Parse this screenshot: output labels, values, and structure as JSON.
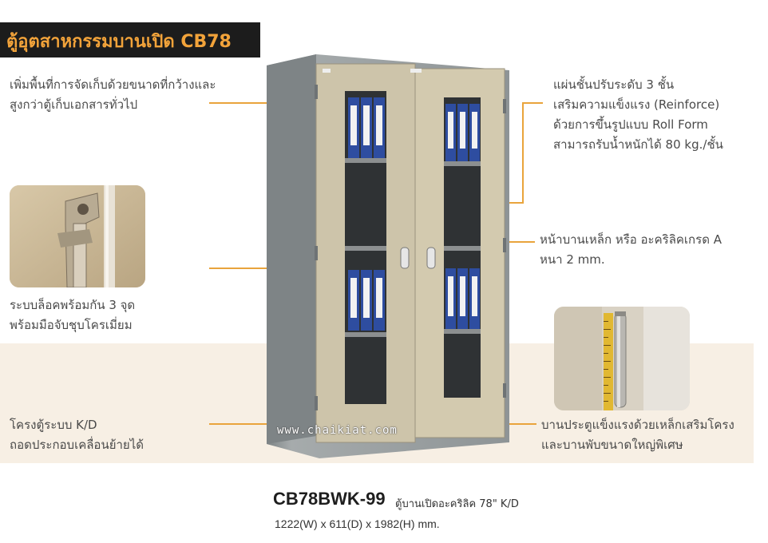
{
  "title": "ตู้อุตสาหกรรมบานเปิด CB78",
  "features": {
    "storage": [
      "เพิ่มพื้นที่การจัดเก็บด้วยขนาดที่กว้างและ",
      "สูงกว่าตู้เก็บเอกสารทั่วไป"
    ],
    "lock": [
      "ระบบล็อคพร้อมกัน 3 จุด",
      "พร้อมมือจับชุบโครเมี่ยม"
    ],
    "frame": [
      "โครงตู้ระบบ K/D",
      "ถอดประกอบเคลื่อนย้ายได้"
    ],
    "shelf": [
      "แผ่นชั้นปรับระดับ 3 ชั้น",
      "เสริมความแข็งแรง (Reinforce)",
      "ด้วยการขึ้นรูปแบบ Roll Form",
      "สามารถรับน้ำหนักได้ 80 kg./ชั้น"
    ],
    "door_face": [
      "หน้าบานเหล็ก หรือ อะคริลิคเกรด A",
      "หนา 2 mm."
    ],
    "hinge": [
      "บานประตูแข็งแรงด้วยเหล็กเสริมโครง",
      "และบานพับขนาดใหญ่พิเศษ"
    ]
  },
  "watermark": "www.chaikiat.com",
  "product": {
    "model": "CB78BWK-99",
    "description": "ตู้บานเปิดอะคริลิค 78\" K/D",
    "dimensions": "1222(W) x 611(D) x 1982(H) mm."
  },
  "colors": {
    "accent": "#e9a43c",
    "title_bg": "#1c1c1c",
    "title_text": "#f2a33a",
    "cabinet_body": "#8f9597",
    "door_panel": "#cfc6ac",
    "binder": "#2e4da0"
  }
}
